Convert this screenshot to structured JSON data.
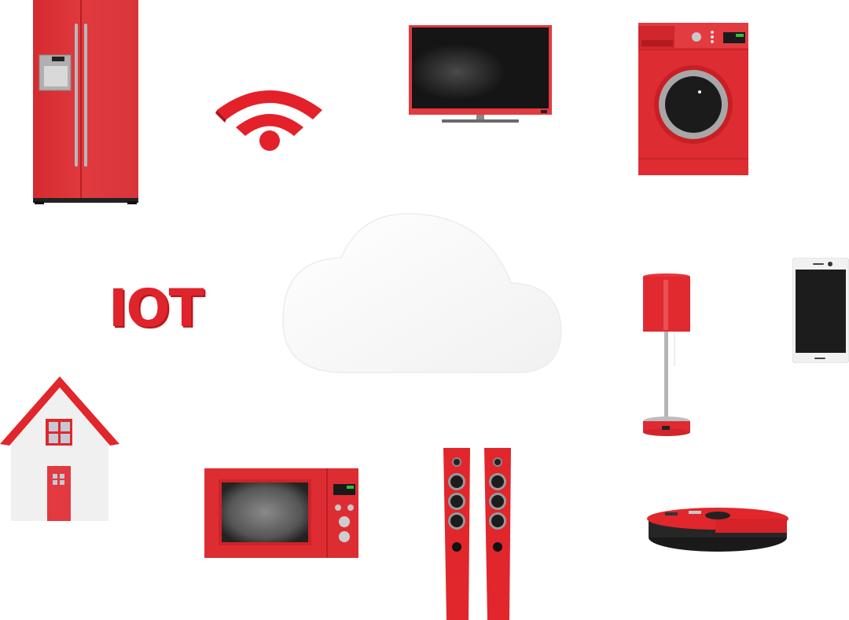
{
  "scene": {
    "title": "IoT connected devices around a cloud",
    "background": "#ffffff",
    "accent_color": "#e1262c",
    "label": "IOT"
  },
  "devices": [
    {
      "name": "refrigerator",
      "position": "top-left"
    },
    {
      "name": "wifi-signal",
      "position": "top-left-center"
    },
    {
      "name": "television",
      "position": "top-center"
    },
    {
      "name": "washing-machine",
      "position": "top-right"
    },
    {
      "name": "iot-label",
      "position": "middle-left"
    },
    {
      "name": "cloud",
      "position": "center"
    },
    {
      "name": "table-lamp",
      "position": "middle-right"
    },
    {
      "name": "smartphone",
      "position": "right"
    },
    {
      "name": "house",
      "position": "bottom-left"
    },
    {
      "name": "microwave",
      "position": "bottom-left-center"
    },
    {
      "name": "speakers",
      "position": "bottom-center"
    },
    {
      "name": "robot-vacuum",
      "position": "bottom-right"
    }
  ]
}
